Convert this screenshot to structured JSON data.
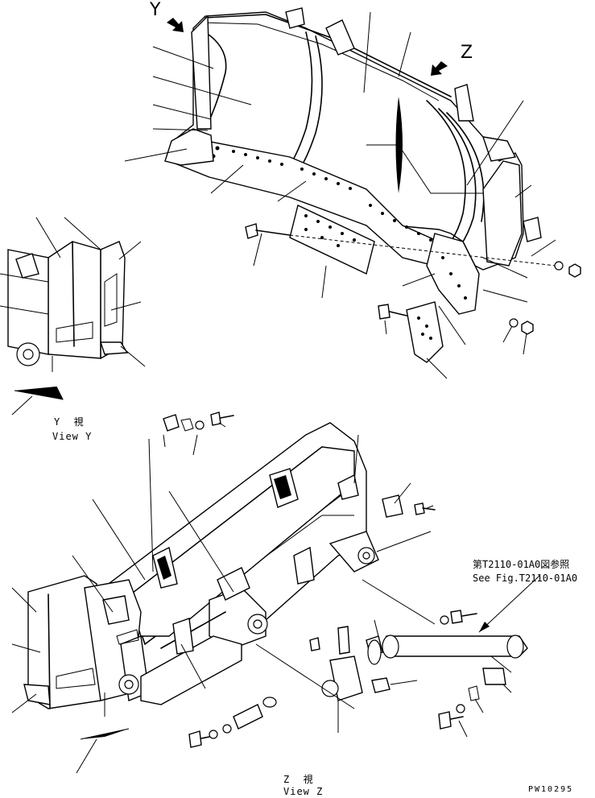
{
  "labels": {
    "arrow_y": "Y",
    "arrow_z": "Z",
    "view_y_jp": "Y  視",
    "view_y_en": "View Y",
    "view_z_jp": "Z  視",
    "view_z_en": "View Z",
    "see_fig_jp": "第T2110-01A0図参照",
    "see_fig_en": "See Fig.T2110-01A0",
    "drawing_code": "PW10295"
  }
}
